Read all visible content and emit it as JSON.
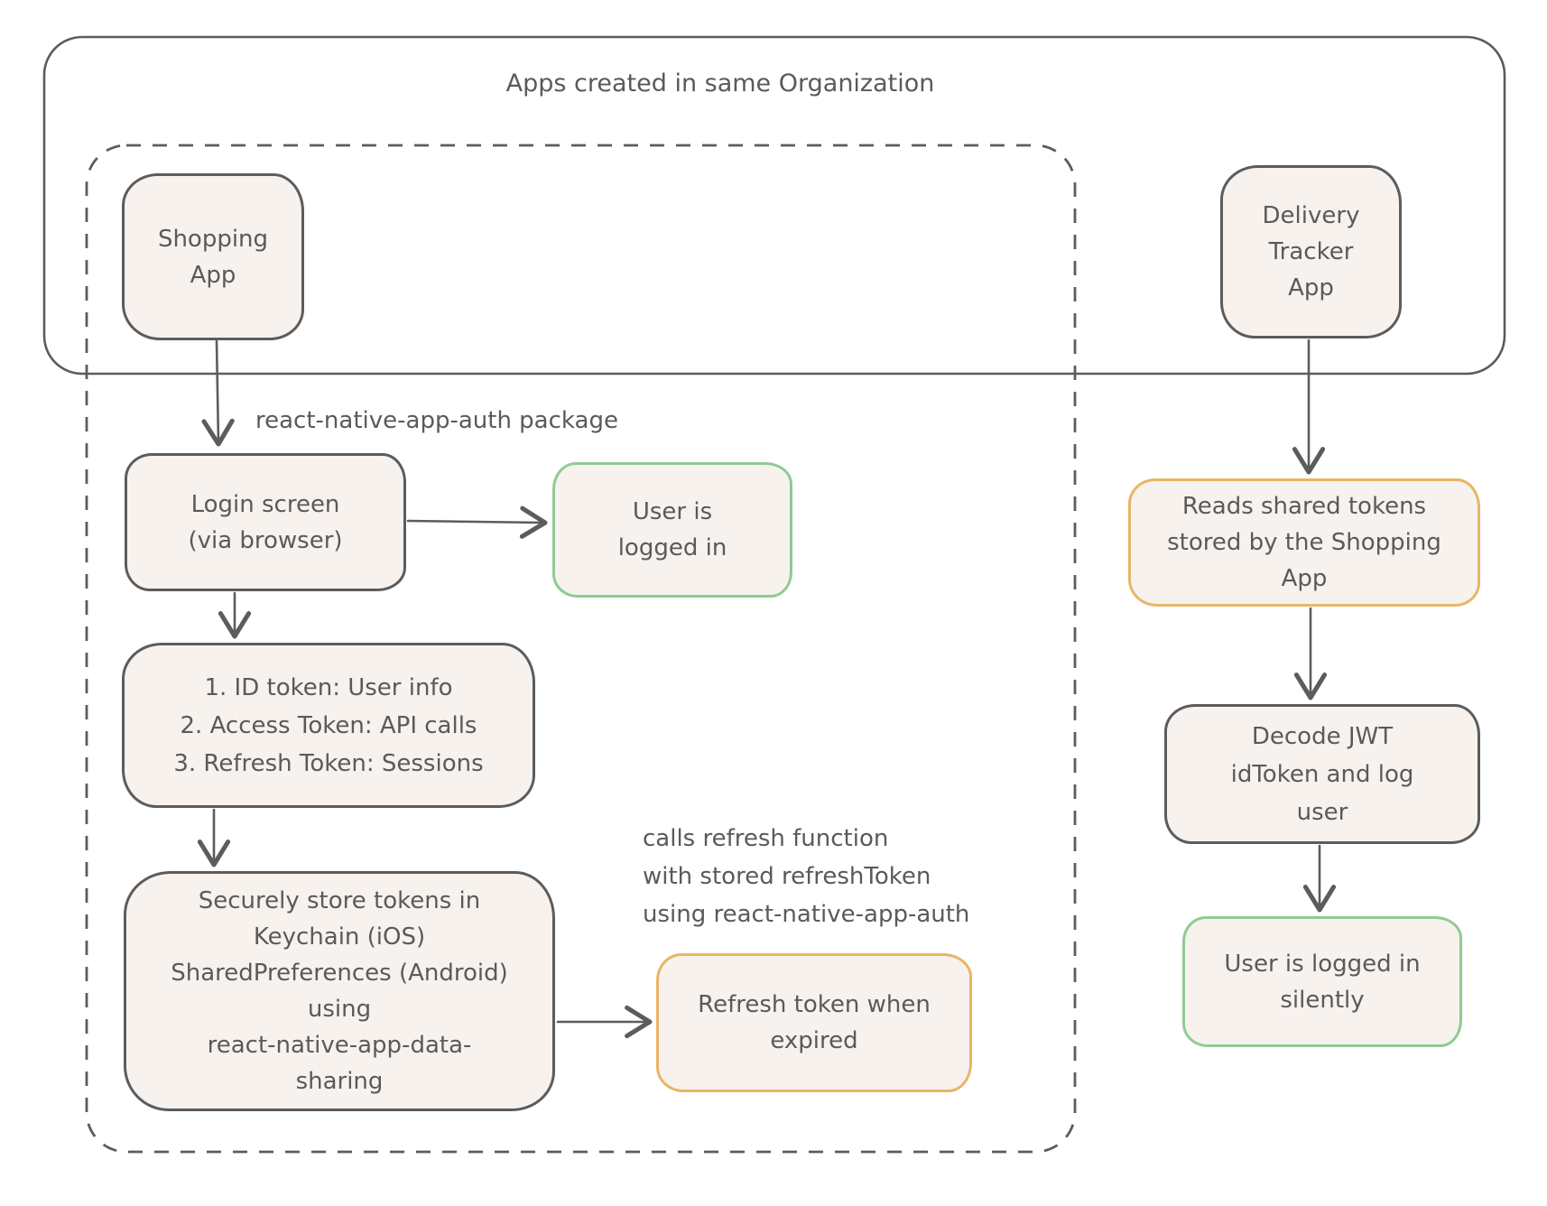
{
  "diagram": {
    "title": "Apps created in same Organization"
  },
  "nodes": {
    "shopping_app": {
      "lines": [
        "Shopping",
        "App"
      ],
      "border": "gray"
    },
    "login_screen": {
      "lines": [
        "Login screen",
        "(via browser)"
      ],
      "border": "gray"
    },
    "user_logged_in": {
      "lines": [
        "User is",
        "logged in"
      ],
      "border": "green"
    },
    "tokens": {
      "lines": [
        "1. ID token: User info",
        "2. Access Token: API calls",
        "3. Refresh Token: Sessions"
      ],
      "border": "gray"
    },
    "secure_store": {
      "lines": [
        "Securely store tokens in",
        "Keychain (iOS)",
        "SharedPreferences (Android)",
        "using",
        "react-native-app-data-",
        "sharing"
      ],
      "border": "gray"
    },
    "refresh_token": {
      "lines": [
        "Refresh token when",
        "expired"
      ],
      "border": "orange"
    },
    "delivery_app": {
      "lines": [
        "Delivery",
        "Tracker",
        "App"
      ],
      "border": "gray"
    },
    "reads_tokens": {
      "lines": [
        "Reads shared tokens",
        "stored by the Shopping",
        "App"
      ],
      "border": "orange"
    },
    "decode_jwt": {
      "lines": [
        "Decode JWT",
        "idToken and log",
        "user"
      ],
      "border": "gray"
    },
    "silent_login": {
      "lines": [
        "User is logged in",
        "silently"
      ],
      "border": "green"
    }
  },
  "annotations": {
    "auth_package": "react-native-app-auth package",
    "refresh_note": {
      "lines": [
        "calls refresh function",
        "with stored refreshToken",
        "using react-native-app-auth"
      ]
    }
  },
  "edges": [
    {
      "from": "shopping_app",
      "to": "login_screen",
      "label": "react-native-app-auth package"
    },
    {
      "from": "login_screen",
      "to": "user_logged_in"
    },
    {
      "from": "login_screen",
      "to": "tokens"
    },
    {
      "from": "tokens",
      "to": "secure_store"
    },
    {
      "from": "secure_store",
      "to": "refresh_token",
      "label": "calls refresh function with stored refreshToken using react-native-app-auth"
    },
    {
      "from": "delivery_app",
      "to": "reads_tokens"
    },
    {
      "from": "reads_tokens",
      "to": "decode_jwt"
    },
    {
      "from": "decode_jwt",
      "to": "silent_login"
    }
  ],
  "colors": {
    "stroke": "#5c5c5c",
    "fill": "#f7f2ee",
    "green": "#8fcb93",
    "orange": "#e9b566",
    "text": "#5a5a5a",
    "bg": "#ffffff"
  }
}
